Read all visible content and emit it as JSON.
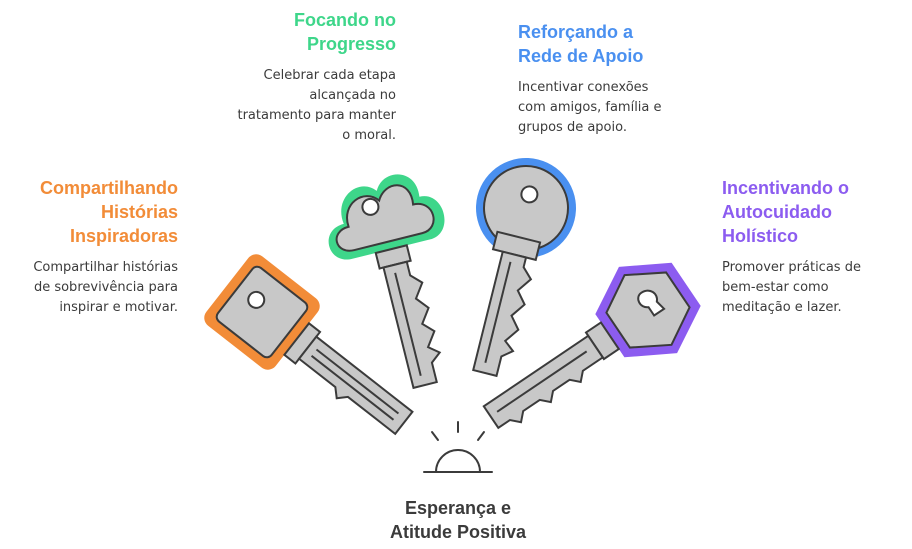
{
  "center": {
    "title": "Esperança e\nAtitude Positiva",
    "icon": "sunrise-icon"
  },
  "items": [
    {
      "id": "inspiring-stories",
      "title": "Compartilhando\nHistórias\nInspiradoras",
      "description": "Compartilhar histórias\nde sobrevivência para\ninspirar e motivar.",
      "color": "#f28c38",
      "icon": "square-key-icon"
    },
    {
      "id": "progress",
      "title": "Focando no\nProgresso",
      "description": "Celebrar cada etapa\nalcançada no\ntratamento para manter\no moral.",
      "color": "#3ed68a",
      "icon": "cloud-key-icon"
    },
    {
      "id": "support-network",
      "title": "Reforçando a\nRede de Apoio",
      "description": "Incentivar conexões\ncom amigos, família e\ngrupos de apoio.",
      "color": "#4a90f0",
      "icon": "round-key-icon"
    },
    {
      "id": "self-care",
      "title": "Incentivando o\nAutocuidado\nHolístico",
      "description": "Promover práticas de\nbem-estar como\nmeditação e lazer.",
      "color": "#8c5cf0",
      "icon": "hexagon-key-icon"
    }
  ]
}
